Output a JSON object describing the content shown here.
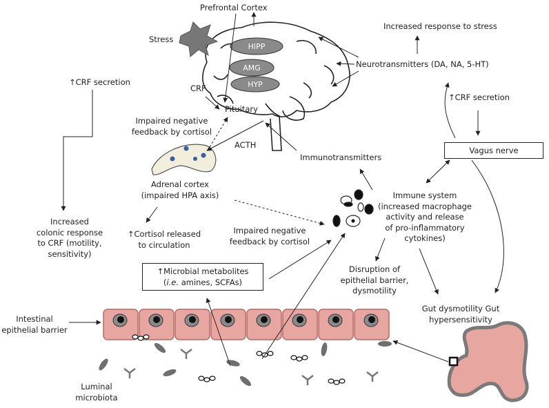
{
  "brain": {
    "prefrontal_cortex": "Prefrontal Cortex",
    "stress": "Stress",
    "hipp": "HIPP",
    "amg": "AMG",
    "hyp": "HYP",
    "crf": "CRF",
    "pituitary": "Pituitary",
    "acth": "ACTH"
  },
  "left": {
    "crf_secretion": "↑CRF secretion",
    "colonic_response": [
      "Increased",
      "colonic response",
      "to CRF (motility,",
      "sensitivity)"
    ],
    "intestinal_barrier": [
      "Intestinal",
      "epithelial barrier"
    ],
    "luminal_microbiota": [
      "Luminal",
      "microbiota"
    ]
  },
  "middle": {
    "impaired_feedback_top": [
      "Impaired negative",
      "feedback by cortisol"
    ],
    "adrenal_cortex": [
      "Adrenal cortex",
      "(impaired HPA axis)"
    ],
    "cortisol_released": [
      "↑Cortisol released",
      "to circulation"
    ],
    "impaired_feedback_bottom": [
      "Impaired negative",
      "feedback by cortisol"
    ],
    "immunotransmitters": "Immunotransmitters",
    "microbial_metabolites_prefix": "↑Microbial metabolites",
    "microbial_metabolites_ie": "i.e.",
    "microbial_metabolites_rest": " amines, SCFAs)"
  },
  "right": {
    "increased_response": "Increased response to stress",
    "neurotransmitters": "Neurotransmitters (DA, NA, 5-HT)",
    "crf_secretion": "↑CRF secretion",
    "vagus_nerve": "Vagus nerve",
    "immune_system": [
      "Immune system",
      "(increased macrophage",
      "activity and release",
      "of pro-inflammatory",
      "cytokines)"
    ],
    "disruption": [
      "Disruption of",
      "epithelial barrier,",
      "dysmotility"
    ],
    "gut_dysmotility": [
      "Gut dysmotility Gut",
      "hypersensitivity"
    ]
  },
  "colors": {
    "brain_region": "#8a8a8a",
    "epithelium_fill": "#e8a6a0",
    "epithelium_stroke": "#b56a64",
    "colon_fill": "#e8a6a0",
    "colon_stroke": "#7a7a7a",
    "bacteria_gray": "#6f6f6f",
    "adrenal_fill": "#f1eedb",
    "adrenal_cells": "#3b5da8"
  }
}
